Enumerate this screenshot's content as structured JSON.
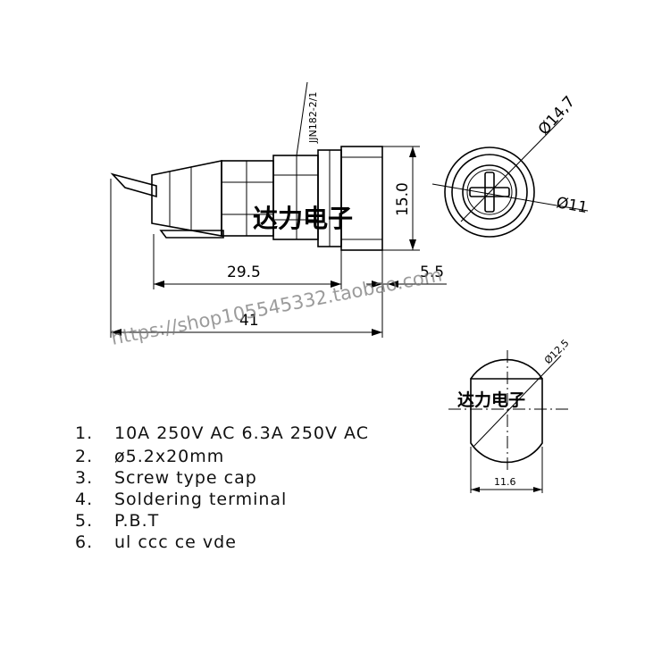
{
  "diagram": {
    "part_code": "JJN182-2/1",
    "dimensions": {
      "body_length": "29.5",
      "flange_thickness": "5.5",
      "total_length": "41",
      "body_height": "15.0",
      "outer_diameter": "Ø14,7",
      "inner_diameter": "Ø11",
      "hole_diameter": "Ø12,5",
      "hole_width": "11.6"
    },
    "watermark": {
      "cn_text": "达力电子",
      "url": "https://shop105545332.taobao.com"
    }
  },
  "notes": [
    {
      "num": "1.",
      "text": "10A 250V AC 6.3A 250V AC"
    },
    {
      "num": "2.",
      "text": "ø5.2x20mm"
    },
    {
      "num": "3.",
      "text": "Screw type cap"
    },
    {
      "num": "4.",
      "text": "Soldering terminal"
    },
    {
      "num": "5.",
      "text": "P.B.T"
    },
    {
      "num": "6.",
      "text": "ul ccc ce vde"
    }
  ]
}
